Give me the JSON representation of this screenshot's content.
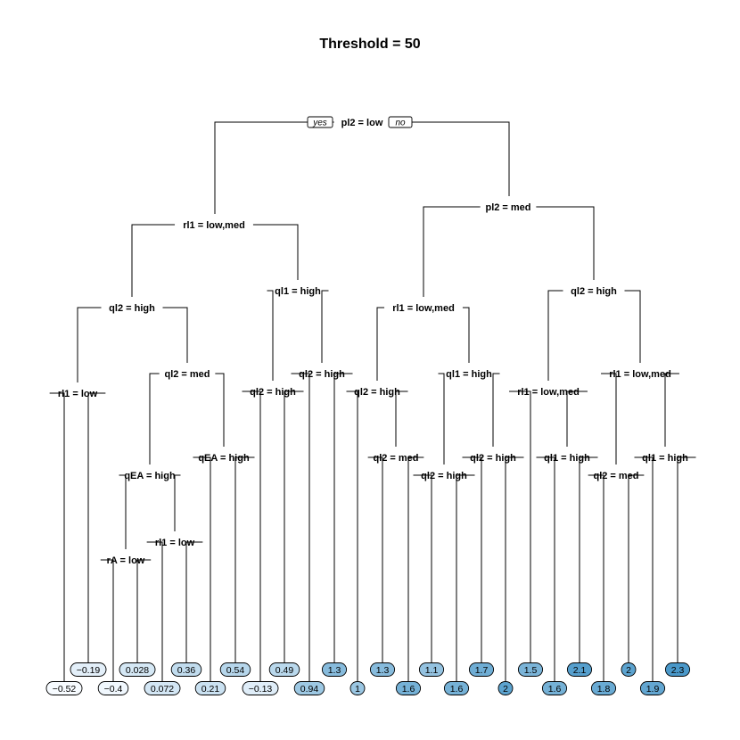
{
  "title": "Threshold = 50",
  "branch_labels": {
    "yes": "yes",
    "no": "no"
  },
  "splits": [
    {
      "id": "root",
      "label": "pl2 = low"
    },
    {
      "id": "n1",
      "label": "rl1 = low,med"
    },
    {
      "id": "n2",
      "label": "pl2 = med"
    },
    {
      "id": "n3",
      "label": "ql2 = high"
    },
    {
      "id": "n4",
      "label": "ql1 = high"
    },
    {
      "id": "n5",
      "label": "rl1 = low,med"
    },
    {
      "id": "n6",
      "label": "ql2 = high"
    },
    {
      "id": "n7",
      "label": "rl1 = low"
    },
    {
      "id": "n8",
      "label": "ql2 = med"
    },
    {
      "id": "n9",
      "label": "ql2 = high"
    },
    {
      "id": "n10",
      "label": "ql2 = high"
    },
    {
      "id": "n11",
      "label": "ql2 = high"
    },
    {
      "id": "n12",
      "label": "ql1 = high"
    },
    {
      "id": "n13",
      "label": "rl1 = low,med"
    },
    {
      "id": "n14",
      "label": "rl1 = low,med"
    },
    {
      "id": "n15",
      "label": "qEA = high"
    },
    {
      "id": "n16",
      "label": "qEA = high"
    },
    {
      "id": "n17",
      "label": "ql2 = med"
    },
    {
      "id": "n18",
      "label": "ql2 = high"
    },
    {
      "id": "n19",
      "label": "ql2 = high"
    },
    {
      "id": "n20",
      "label": "ql1 = high"
    },
    {
      "id": "n21",
      "label": "ql2 = med"
    },
    {
      "id": "n22",
      "label": "ql1 = high"
    },
    {
      "id": "n23",
      "label": "rl1 = low"
    },
    {
      "id": "n24",
      "label": "rA = low"
    }
  ],
  "leaves": [
    {
      "id": "L1",
      "label": "−0.52",
      "value": -0.52
    },
    {
      "id": "L2",
      "label": "−0.19",
      "value": -0.19
    },
    {
      "id": "L3",
      "label": "−0.4",
      "value": -0.4
    },
    {
      "id": "L4",
      "label": "0.028",
      "value": 0.028
    },
    {
      "id": "L5",
      "label": "0.072",
      "value": 0.072
    },
    {
      "id": "L6",
      "label": "0.36",
      "value": 0.36
    },
    {
      "id": "L7",
      "label": "0.21",
      "value": 0.21
    },
    {
      "id": "L8",
      "label": "0.54",
      "value": 0.54
    },
    {
      "id": "L9",
      "label": "−0.13",
      "value": -0.13
    },
    {
      "id": "L10",
      "label": "0.49",
      "value": 0.49
    },
    {
      "id": "L11",
      "label": "0.94",
      "value": 0.94
    },
    {
      "id": "L12",
      "label": "1.3",
      "value": 1.3
    },
    {
      "id": "L13",
      "label": "1",
      "value": 1
    },
    {
      "id": "L14",
      "label": "1.3",
      "value": 1.3
    },
    {
      "id": "L15",
      "label": "1.6",
      "value": 1.6
    },
    {
      "id": "L16",
      "label": "1.1",
      "value": 1.1
    },
    {
      "id": "L17",
      "label": "1.6",
      "value": 1.6
    },
    {
      "id": "L18",
      "label": "1.7",
      "value": 1.7
    },
    {
      "id": "L19",
      "label": "2",
      "value": 2
    },
    {
      "id": "L20",
      "label": "1.5",
      "value": 1.5
    },
    {
      "id": "L21",
      "label": "1.6",
      "value": 1.6
    },
    {
      "id": "L22",
      "label": "2.1",
      "value": 2.1
    },
    {
      "id": "L23",
      "label": "1.8",
      "value": 1.8
    },
    {
      "id": "L24",
      "label": "2",
      "value": 2
    },
    {
      "id": "L25",
      "label": "1.9",
      "value": 1.9
    },
    {
      "id": "L26",
      "label": "2.3",
      "value": 2.3
    }
  ],
  "colors": {
    "leaf_low": "#f7fbff",
    "leaf_high": "#4a98c9",
    "branch": "#000000",
    "background": "#ffffff"
  }
}
